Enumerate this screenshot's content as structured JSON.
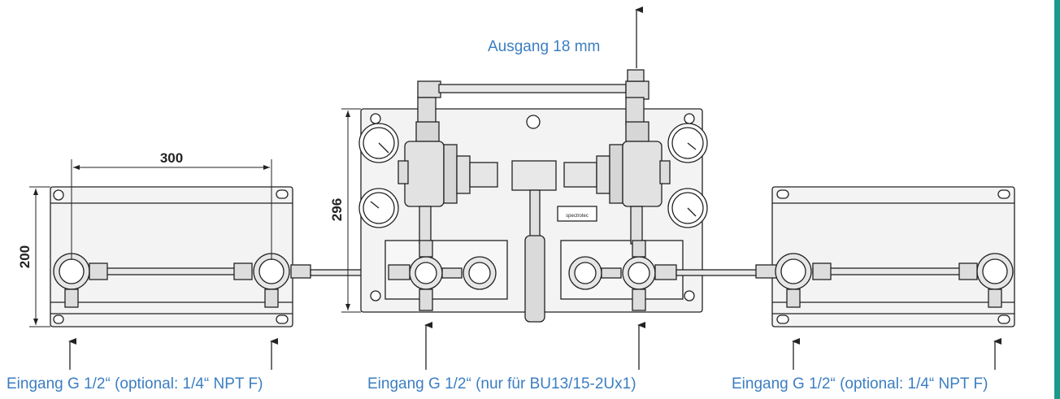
{
  "colors": {
    "label": "#3b7ec2",
    "line": "#222222",
    "fill": "#f2f2f2",
    "border_accent": "#1a9a8a"
  },
  "labels": {
    "output": "Ausgang 18 mm",
    "input_left": "Eingang G 1/2“ (optional: 1/4“ NPT F)",
    "input_center": "Eingang G 1/2“ (nur für BU13/15-2Ux1)",
    "input_right": "Eingang G 1/2“ (optional: 1/4“ NPT F)"
  },
  "dimensions": {
    "width_left": "300",
    "height_left": "200",
    "height_center": "296"
  },
  "brand_plate": "spectrotec"
}
